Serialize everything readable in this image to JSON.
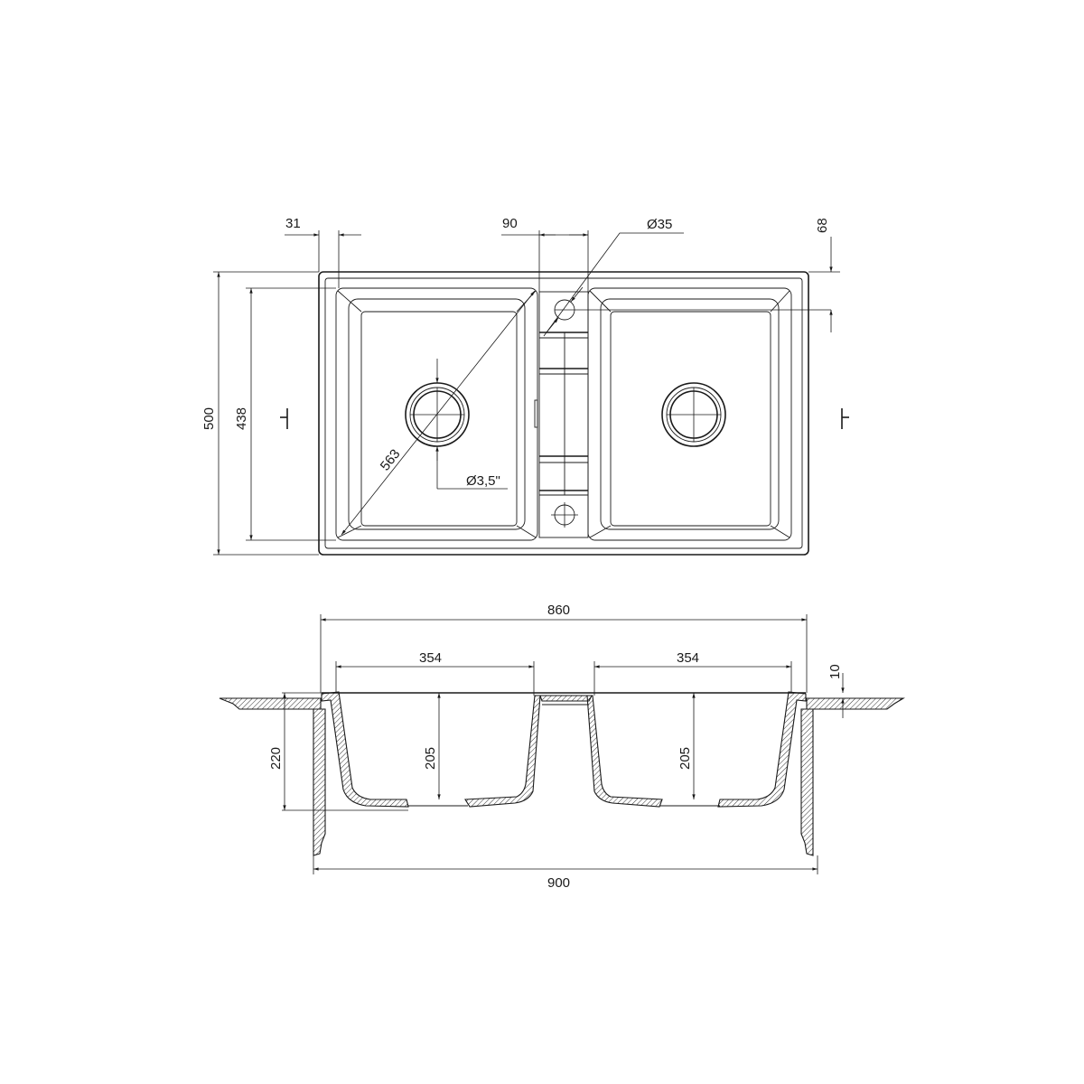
{
  "top_view": {
    "dim_rim_offset": "31",
    "dim_center_width": "90",
    "dim_tap_hole": "Ø35",
    "dim_tap_offset": "68",
    "dim_overall_depth": "500",
    "dim_bowl_depth": "438",
    "dim_diagonal": "563",
    "dim_drain": "Ø3,5\""
  },
  "section_view": {
    "dim_bowls_width": "860",
    "dim_left_bowl": "354",
    "dim_right_bowl": "354",
    "dim_rim_height": "10",
    "dim_total_height": "220",
    "dim_left_depth": "205",
    "dim_right_depth": "205",
    "dim_cabinet_width": "900"
  },
  "colors": {
    "line": "#1a1a1a",
    "background": "#ffffff"
  }
}
